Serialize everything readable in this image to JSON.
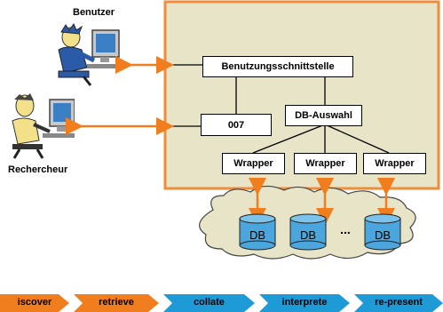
{
  "users": {
    "top_label": "Benutzer",
    "bottom_label": "Rechercheur"
  },
  "system": {
    "interface_box": "Benutzungsschnittstelle",
    "agent_box": "007",
    "selector_box": "DB-Auswahl",
    "wrappers": [
      "Wrapper",
      "Wrapper",
      "Wrapper"
    ]
  },
  "databases": {
    "items": [
      "DB",
      "DB",
      "DB"
    ],
    "ellipsis": "..."
  },
  "process_steps": [
    "iscover",
    "retrieve",
    "collate",
    "interprete",
    "re-present"
  ],
  "colors": {
    "panel_fill": "#e8e4c8",
    "panel_border": "#f08c3a",
    "orange": "#f07d1e",
    "blue": "#1e9ad6",
    "db_fill": "#4aa6dc"
  }
}
